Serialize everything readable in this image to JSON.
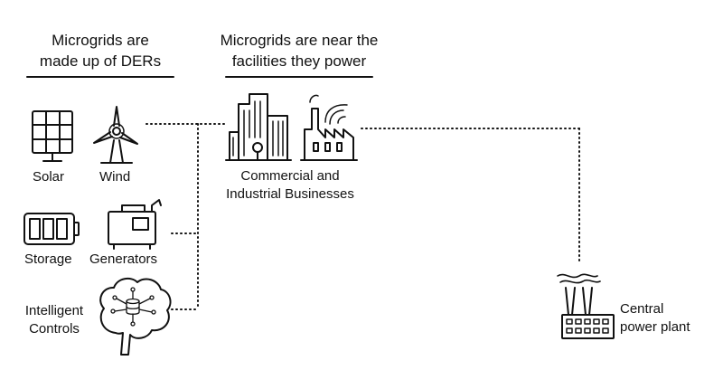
{
  "headers": {
    "left_line1": "Microgrids are",
    "left_line2": "made up of DERs",
    "center_line1": "Microgrids are near the",
    "center_line2": "facilities they power"
  },
  "ders": {
    "solar": "Solar",
    "wind": "Wind",
    "storage": "Storage",
    "generators": "Generators",
    "controls_line1": "Intelligent",
    "controls_line2": "Controls"
  },
  "facilities": {
    "line1": "Commercial and",
    "line2": "Industrial Businesses"
  },
  "plant": {
    "line1": "Central",
    "line2": "power plant"
  },
  "icons": [
    "solar-panel-icon",
    "wind-turbine-icon",
    "battery-icon",
    "generator-icon",
    "brain-controls-icon",
    "office-building-icon",
    "factory-icon",
    "power-plant-icon"
  ],
  "colors": {
    "ink": "#111111",
    "background": "#ffffff"
  }
}
